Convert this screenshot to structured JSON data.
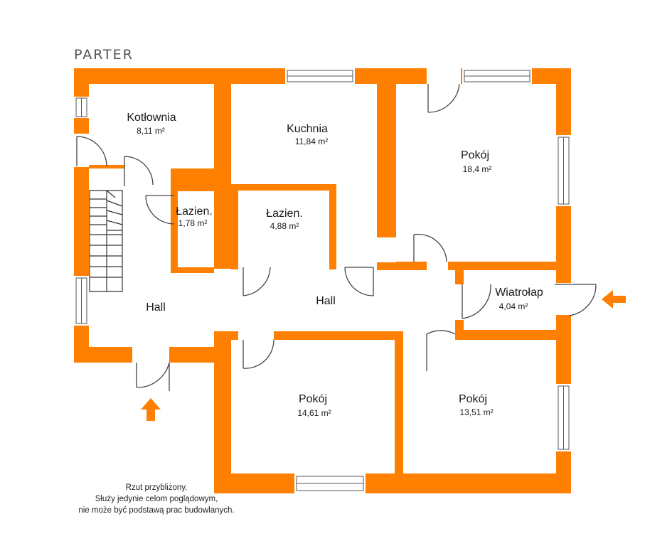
{
  "title": "PARTER",
  "colors": {
    "wall": "#ff8000",
    "door": "#444444",
    "window": "#555555",
    "arrow": "#ff8000"
  },
  "rooms": {
    "kotlownia": {
      "name": "Kotłownia",
      "area": "8,11 m²"
    },
    "kuchnia": {
      "name": "Kuchnia",
      "area": "11,84 m²"
    },
    "pokoj_ne": {
      "name": "Pokój",
      "area": "18,4 m²"
    },
    "lazienka_small": {
      "name": "Łazien.",
      "area": "1,78 m²"
    },
    "lazienka_big": {
      "name": "Łazien.",
      "area": "4,88 m²"
    },
    "hall_west": {
      "name": "Hall"
    },
    "hall_center": {
      "name": "Hall"
    },
    "wiatrolap": {
      "name": "Wiatrołap",
      "area": "4,04 m²"
    },
    "pokoj_sw": {
      "name": "Pokój",
      "area": "14,61 m²"
    },
    "pokoj_se": {
      "name": "Pokój",
      "area": "13,51 m²"
    }
  },
  "note": {
    "line1": "Rzut przybliżony.",
    "line2": "Służy jedynie celom poglądowym,",
    "line3": "nie może być podstawą prac budowlanych."
  },
  "entrances": [
    {
      "direction": "up"
    },
    {
      "direction": "left"
    }
  ]
}
